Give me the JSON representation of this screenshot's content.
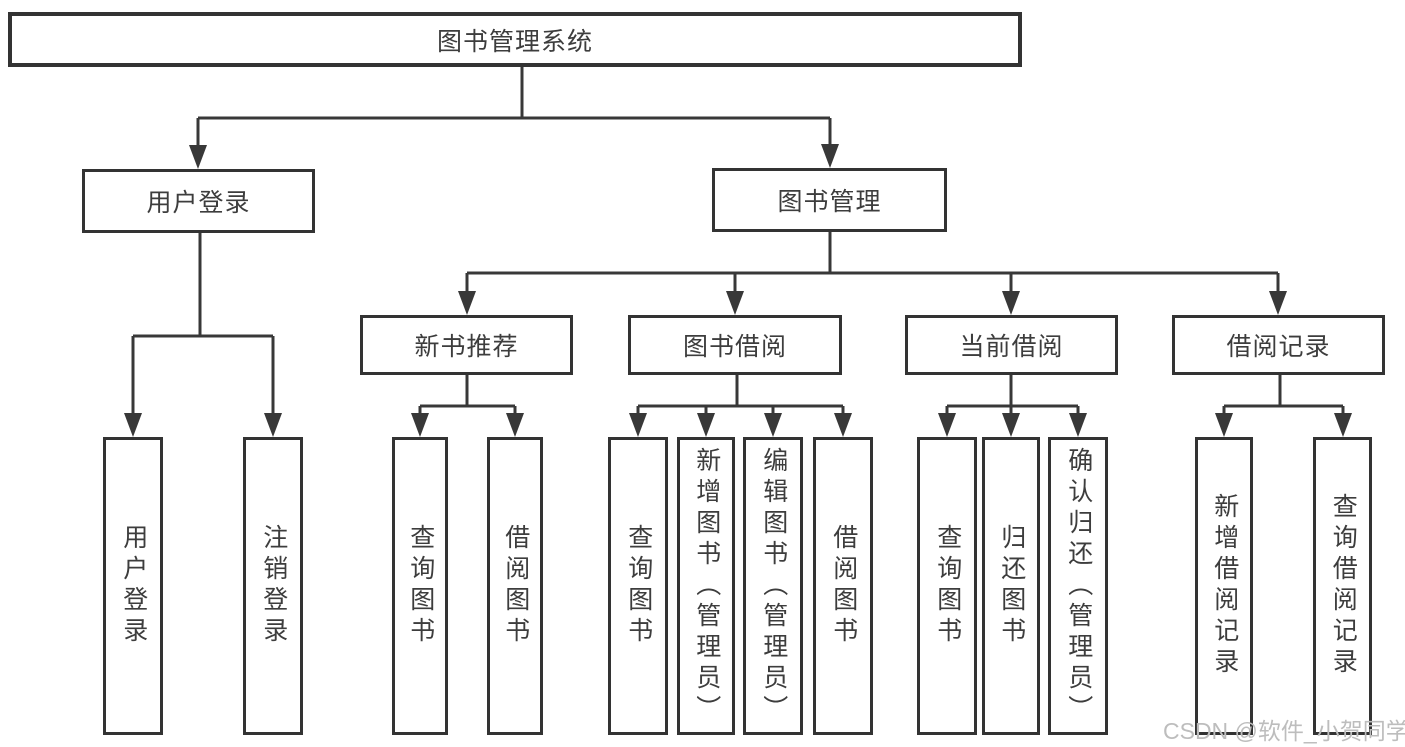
{
  "diagram": {
    "root": "图书管理系统",
    "user_login": {
      "label": "用户登录",
      "children": [
        "用户登录",
        "注销登录"
      ]
    },
    "book_management": {
      "label": "图书管理",
      "groups": [
        {
          "label": "新书推荐",
          "children": [
            "查询图书",
            "借阅图书"
          ]
        },
        {
          "label": "图书借阅",
          "children": [
            "查询图书",
            "新增图书（管理员）",
            "编辑图书（管理员）",
            "借阅图书"
          ]
        },
        {
          "label": "当前借阅",
          "children": [
            "查询图书",
            "归还图书",
            "确认归还（管理员）"
          ]
        },
        {
          "label": "借阅记录",
          "children": [
            "新增借阅记录",
            "查询借阅记录"
          ]
        }
      ]
    }
  },
  "watermark": "CSDN @软件_小贺同学",
  "colors": {
    "line": "#383838",
    "box_border": "#333333",
    "text": "#3d3d3d",
    "background": "#ffffff",
    "watermark": "#bdbdbd"
  }
}
